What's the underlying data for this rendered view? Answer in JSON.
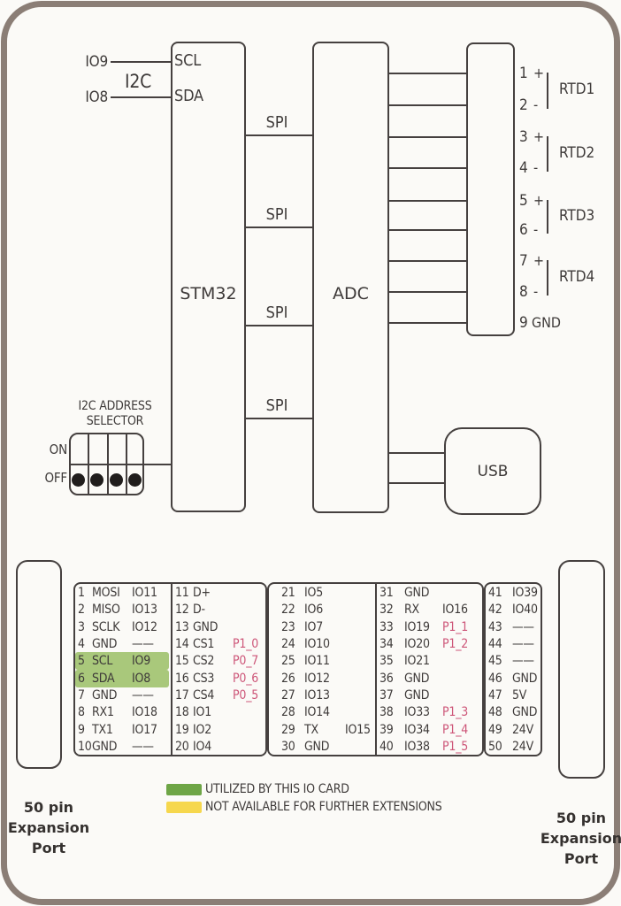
{
  "colors": {
    "background": "#fbfaf7",
    "frame": "#8b7e76",
    "line": "#45403f",
    "text": "#3e3a39",
    "pink": "#cd5578",
    "table_highlight": "#a9c87b",
    "legend_green": "#6ea546",
    "legend_yellow": "#f6d74d",
    "switch_dot": "#201d1c"
  },
  "diagram": {
    "stm32": "STM32",
    "adc": "ADC",
    "usb": "USB",
    "spi": "SPI",
    "i2c": {
      "label": "I2C",
      "rows": [
        {
          "io": "IO9",
          "pin": "SCL"
        },
        {
          "io": "IO8",
          "pin": "SDA"
        }
      ]
    },
    "terminal": {
      "pins": [
        {
          "num": "1",
          "tag": "+"
        },
        {
          "num": "2",
          "tag": "-"
        },
        {
          "num": "3",
          "tag": "+"
        },
        {
          "num": "4",
          "tag": "-"
        },
        {
          "num": "5",
          "tag": "+"
        },
        {
          "num": "6",
          "tag": "-"
        },
        {
          "num": "7",
          "tag": "+"
        },
        {
          "num": "8",
          "tag": "-"
        },
        {
          "num": "9",
          "tag": "GND"
        }
      ],
      "rtds": [
        "RTD1",
        "RTD2",
        "RTD3",
        "RTD4"
      ]
    },
    "selector": {
      "title1": "I2C ADDRESS",
      "title2": "SELECTOR",
      "on": "ON",
      "off": "OFF",
      "positions": 4
    }
  },
  "pin_table": {
    "columns": [
      {
        "pins": [
          {
            "n": "1",
            "name": "MOSI",
            "ex": "IO11"
          },
          {
            "n": "2",
            "name": "MISO",
            "ex": "IO13"
          },
          {
            "n": "3",
            "name": "SCLK",
            "ex": "IO12"
          },
          {
            "n": "4",
            "name": "GND",
            "ex": "——"
          },
          {
            "n": "5",
            "name": "SCL",
            "ex": "IO9",
            "hl": true
          },
          {
            "n": "6",
            "name": "SDA",
            "ex": "IO8",
            "hl": true
          },
          {
            "n": "7",
            "name": "GND",
            "ex": "——"
          },
          {
            "n": "8",
            "name": "RX1",
            "ex": "IO18"
          },
          {
            "n": "9",
            "name": "TX1",
            "ex": "IO17"
          },
          {
            "n": "10",
            "name": "GND",
            "ex": "——"
          }
        ]
      },
      {
        "pins": [
          {
            "n": "11",
            "name": "D+"
          },
          {
            "n": "12",
            "name": "D-"
          },
          {
            "n": "13",
            "name": "GND"
          },
          {
            "n": "14",
            "name": "CS1",
            "p": "P1_0"
          },
          {
            "n": "15",
            "name": "CS2",
            "p": "P0_7"
          },
          {
            "n": "16",
            "name": "CS3",
            "p": "P0_6"
          },
          {
            "n": "17",
            "name": "CS4",
            "p": "P0_5"
          },
          {
            "n": "18",
            "name": "IO1"
          },
          {
            "n": "19",
            "name": "IO2"
          },
          {
            "n": "20",
            "name": "IO4"
          }
        ]
      },
      {
        "pins": [
          {
            "n": "21",
            "name": "IO5"
          },
          {
            "n": "22",
            "name": "IO6"
          },
          {
            "n": "23",
            "name": "IO7"
          },
          {
            "n": "24",
            "name": "IO10"
          },
          {
            "n": "25",
            "name": "IO11"
          },
          {
            "n": "26",
            "name": "IO12"
          },
          {
            "n": "27",
            "name": "IO13"
          },
          {
            "n": "28",
            "name": "IO14"
          },
          {
            "n": "29",
            "name": "TX",
            "ex": "IO15"
          },
          {
            "n": "30",
            "name": "GND"
          }
        ]
      },
      {
        "pins": [
          {
            "n": "31",
            "name": "GND"
          },
          {
            "n": "32",
            "name": "RX",
            "ex": "IO16"
          },
          {
            "n": "33",
            "name": "IO19",
            "p": "P1_1"
          },
          {
            "n": "34",
            "name": "IO20",
            "p": "P1_2"
          },
          {
            "n": "35",
            "name": "IO21"
          },
          {
            "n": "36",
            "name": "GND"
          },
          {
            "n": "37",
            "name": "GND"
          },
          {
            "n": "38",
            "name": "IO33",
            "p": "P1_3"
          },
          {
            "n": "39",
            "name": "IO34",
            "p": "P1_4"
          },
          {
            "n": "40",
            "name": "IO38",
            "p": "P1_5"
          }
        ]
      },
      {
        "pins": [
          {
            "n": "41",
            "name": "IO39"
          },
          {
            "n": "42",
            "name": "IO40"
          },
          {
            "n": "43",
            "name": "——"
          },
          {
            "n": "44",
            "name": "——"
          },
          {
            "n": "45",
            "name": "——"
          },
          {
            "n": "46",
            "name": "GND"
          },
          {
            "n": "47",
            "name": "5V"
          },
          {
            "n": "48",
            "name": "GND"
          },
          {
            "n": "49",
            "name": "24V"
          },
          {
            "n": "50",
            "name": "24V"
          }
        ]
      }
    ]
  },
  "legend": {
    "items": [
      {
        "color": "#6ea546",
        "label": "UTILIZED BY THIS IO CARD"
      },
      {
        "color": "#f6d74d",
        "label": "NOT AVAILABLE FOR FURTHER EXTENSIONS"
      }
    ]
  },
  "expansion_ports": {
    "left": [
      "50 pin",
      "Expansion",
      "Port"
    ],
    "right": [
      "50 pin",
      "Expansion",
      "Port"
    ]
  }
}
